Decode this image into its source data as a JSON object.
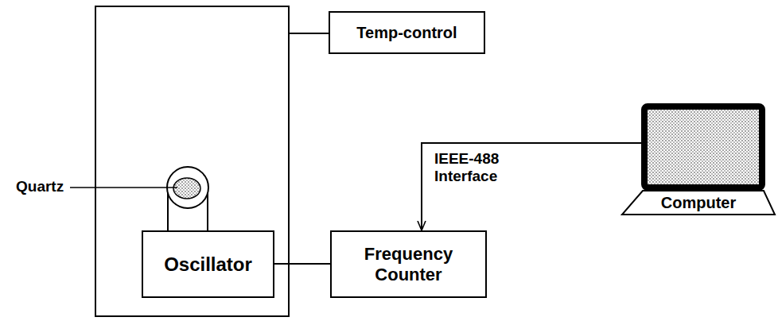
{
  "diagram": {
    "nodes": [
      {
        "text": [
          "Temp-control"
        ]
      },
      {
        "text": [
          "Computer"
        ]
      },
      {
        "text": [
          "Oscillator"
        ]
      },
      {
        "text": [
          "Frequency Counter"
        ]
      }
    ],
    "edges": [
      {
        "from": 2,
        "to": 3,
        "arrow": "none"
      },
      {
        "from": 1,
        "to": 3,
        "label": "IEEE-488 Interface",
        "arrow": "to"
      }
    ],
    "labels": [
      "Quartz"
    ]
  }
}
